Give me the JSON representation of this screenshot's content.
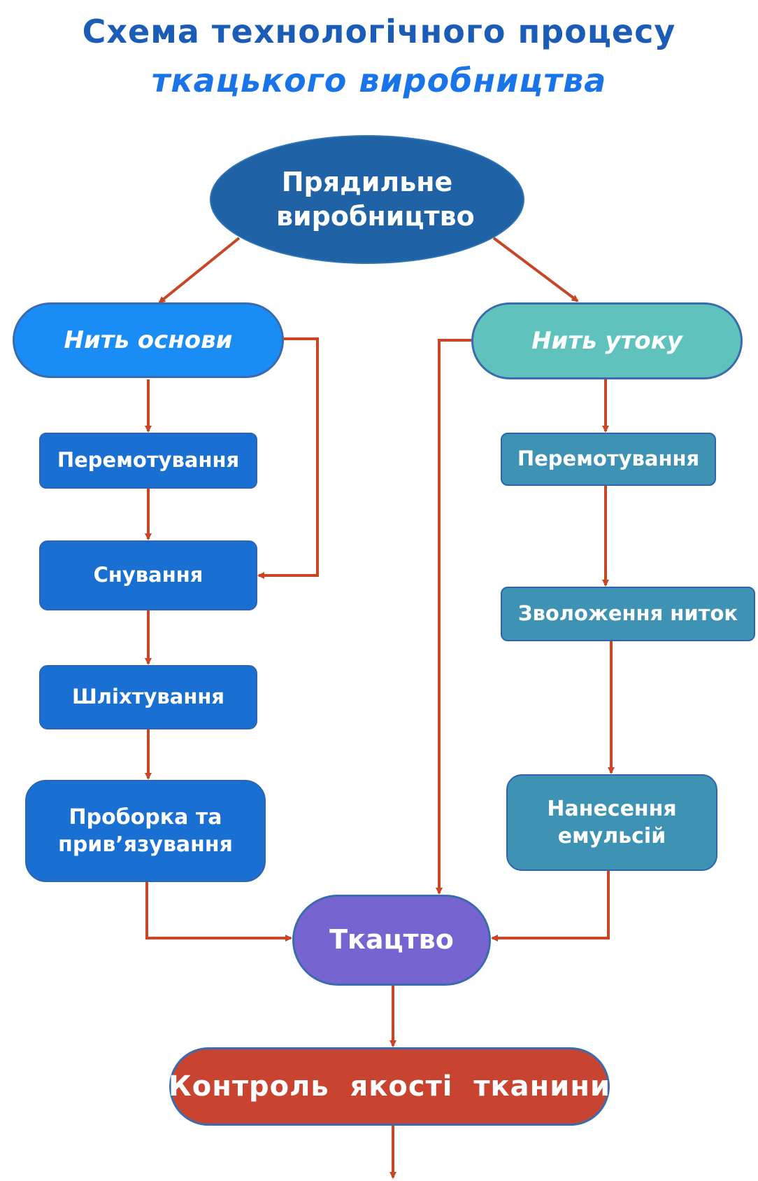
{
  "title": {
    "line1": "Схема технологічного процесу",
    "line2": "ткацького  виробництва"
  },
  "nodes": {
    "spinning": "Прядильне виробництво",
    "warp": "Нить основи",
    "weft": "Нить утоку",
    "warp_steps": [
      "Перемотування",
      "Снування",
      "Шліхтування",
      "Проборка та прив’язування"
    ],
    "weft_steps": [
      "Перемотування",
      "Зволоження ниток",
      "Нанесення емульсій"
    ],
    "weaving": "Ткацтво",
    "quality": "Контроль  якості  тканини"
  },
  "colors": {
    "arrow": "#c84526",
    "title_main": "#1a5cb6",
    "title_sub": "#1874e8",
    "spinning": "#1f62a6",
    "warp": "#1a8cf6",
    "weft": "#5fc2bd",
    "warp_step": "#1a6fd2",
    "weft_step": "#3e92b4",
    "weaving": "#7665d0",
    "quality": "#c84430"
  }
}
